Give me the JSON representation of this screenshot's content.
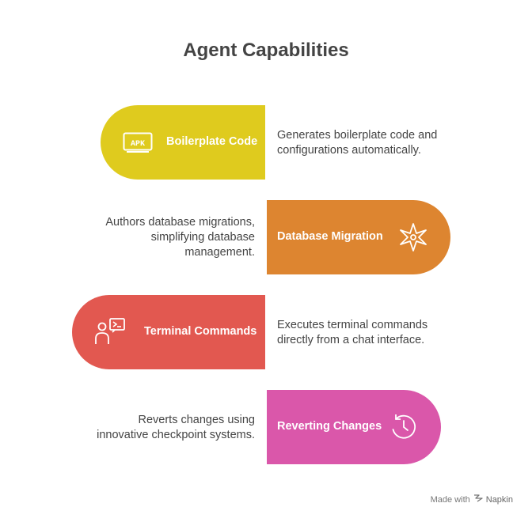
{
  "title": "Agent Capabilities",
  "items": [
    {
      "label": "Boilerplate Code",
      "description_lines": [
        "Generates boilerplate code and",
        "configurations automatically."
      ],
      "color": "#DFCB1E",
      "icon": "apk-icon"
    },
    {
      "label": "Database Migration",
      "description_lines": [
        "Authors database migrations,",
        "simplifying database",
        "management."
      ],
      "color": "#DD8530",
      "icon": "compass-star-icon"
    },
    {
      "label": "Terminal Commands",
      "description_lines": [
        "Executes terminal commands",
        "directly from a chat interface."
      ],
      "color": "#E25850",
      "icon": "user-terminal-icon"
    },
    {
      "label": "Reverting Changes",
      "description_lines": [
        "Reverts changes using",
        "innovative checkpoint systems."
      ],
      "color": "#DA57AA",
      "icon": "revert-clock-icon"
    }
  ],
  "footer": {
    "made_with": "Made with",
    "brand": "Napkin"
  }
}
